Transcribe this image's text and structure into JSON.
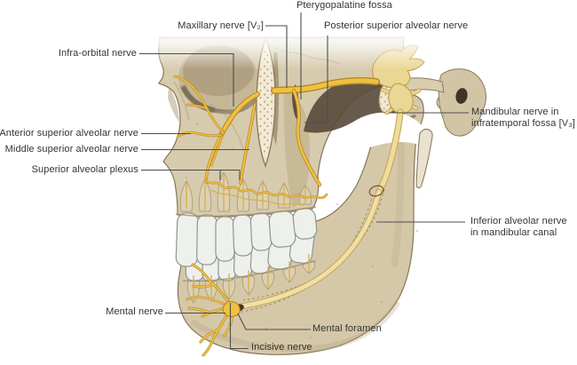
{
  "figure": {
    "type": "anatomical-diagram",
    "subject": "Innervation of the teeth and jaws (maxillary and mandibular divisions of the trigeminal nerve), lateral view of skull",
    "background": "#ffffff",
    "colors": {
      "bone": "#d7cbae",
      "bone_shadow": "#b3a27f",
      "bone_outline": "#86755a",
      "fossa_shadow": "#57493a",
      "nerve_yellow": "#eec23e",
      "nerve_yellow_edge": "#b8862b",
      "nerve_pale": "#eedc9b",
      "nerve_pale_edge": "#c9a85a",
      "teeth": "#eef0ec",
      "teeth_outline": "#8f9793",
      "label_text": "#333333",
      "leader_line": "#4d4d4d"
    },
    "labels": {
      "pterygopalatine_fossa": {
        "text": "Pterygopalatine fossa"
      },
      "maxillary_nerve": {
        "text": "Maxillary nerve [V₂]"
      },
      "posterior_superior_alveolar_nerve": {
        "text": "Posterior superior alveolar nerve"
      },
      "infra_orbital_nerve": {
        "text": "Infra-orbital nerve"
      },
      "anterior_superior_alveolar_nerve": {
        "text": "Anterior superior alveolar nerve"
      },
      "middle_superior_alveolar_nerve": {
        "text": "Middle superior alveolar nerve"
      },
      "superior_alveolar_plexus": {
        "text": "Superior alveolar plexus"
      },
      "mandibular_nerve": {
        "line1": "Mandibular nerve in",
        "line2": "infratemporal fossa [V₃]"
      },
      "inferior_alveolar_nerve": {
        "line1": "Inferior alveolar nerve",
        "line2": "in mandibular canal"
      },
      "mental_nerve": {
        "text": "Mental nerve"
      },
      "mental_foramen": {
        "text": "Mental foramen"
      },
      "incisive_nerve": {
        "text": "Incisive nerve"
      }
    }
  }
}
